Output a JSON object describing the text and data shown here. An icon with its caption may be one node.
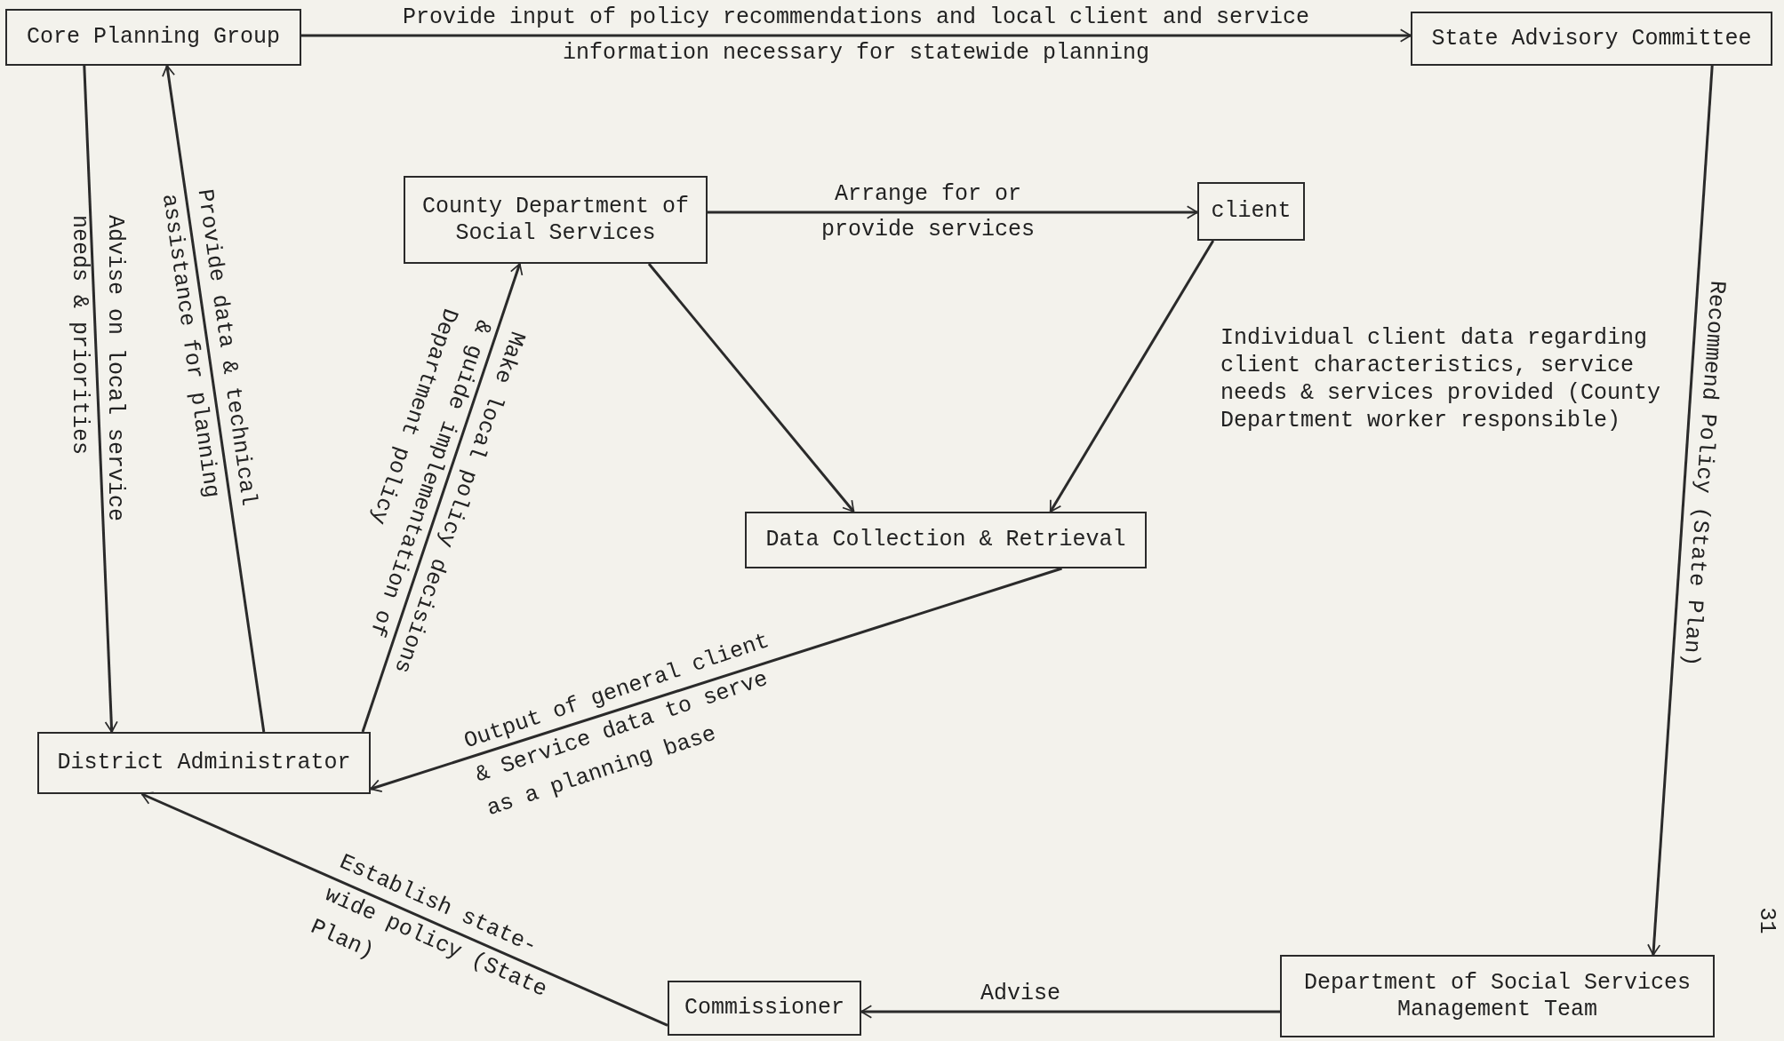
{
  "diagram": {
    "nodes": [
      {
        "text": [
          "Core Planning Group"
        ]
      },
      {
        "text": [
          "State Advisory Committee"
        ]
      },
      {
        "text": [
          "County Department of Social Services"
        ]
      },
      {
        "text": [
          "client"
        ]
      },
      {
        "text": [
          "Data Collection & Retrieval"
        ]
      },
      {
        "text": [
          "District Administrator"
        ]
      },
      {
        "text": [
          "Commissioner"
        ]
      },
      {
        "text": [
          "Department of Social Services Management Team"
        ]
      }
    ],
    "edges": [
      {
        "from": 0,
        "to": 1,
        "arrow": "to",
        "label": "Provide input of policy recommendations and local client and service information necessary for statewide planning"
      },
      {
        "from": 0,
        "to": 5,
        "arrow": "to",
        "label": "Advise on local service needs & priorities"
      },
      {
        "from": 5,
        "to": 0,
        "arrow": "to",
        "label": "Provide data & technical assistance for planning"
      },
      {
        "from": 5,
        "to": 2,
        "arrow": "to",
        "label": "Make local policy decisions & guide implementation of Department policy"
      },
      {
        "from": 2,
        "to": 3,
        "arrow": "to",
        "label": "Arrange for or provide services"
      },
      {
        "from": 2,
        "to": 4,
        "arrow": "to"
      },
      {
        "from": 3,
        "to": 4,
        "arrow": "to",
        "label": "Individual client data regarding client characteristics, service needs & services provided (County Department worker responsible)"
      },
      {
        "from": 4,
        "to": 5,
        "arrow": "to",
        "label": "Output of general client & Service data to serve as a planning base"
      },
      {
        "from": 1,
        "to": 7,
        "arrow": "to",
        "label": "Recommend Policy (State Plan)"
      },
      {
        "from": 7,
        "to": 6,
        "arrow": "to",
        "label": "Advise"
      },
      {
        "from": 6,
        "to": 5,
        "arrow": "to",
        "label": "Establish state-wide policy (State Plan)"
      }
    ],
    "labels": [
      "31"
    ]
  }
}
